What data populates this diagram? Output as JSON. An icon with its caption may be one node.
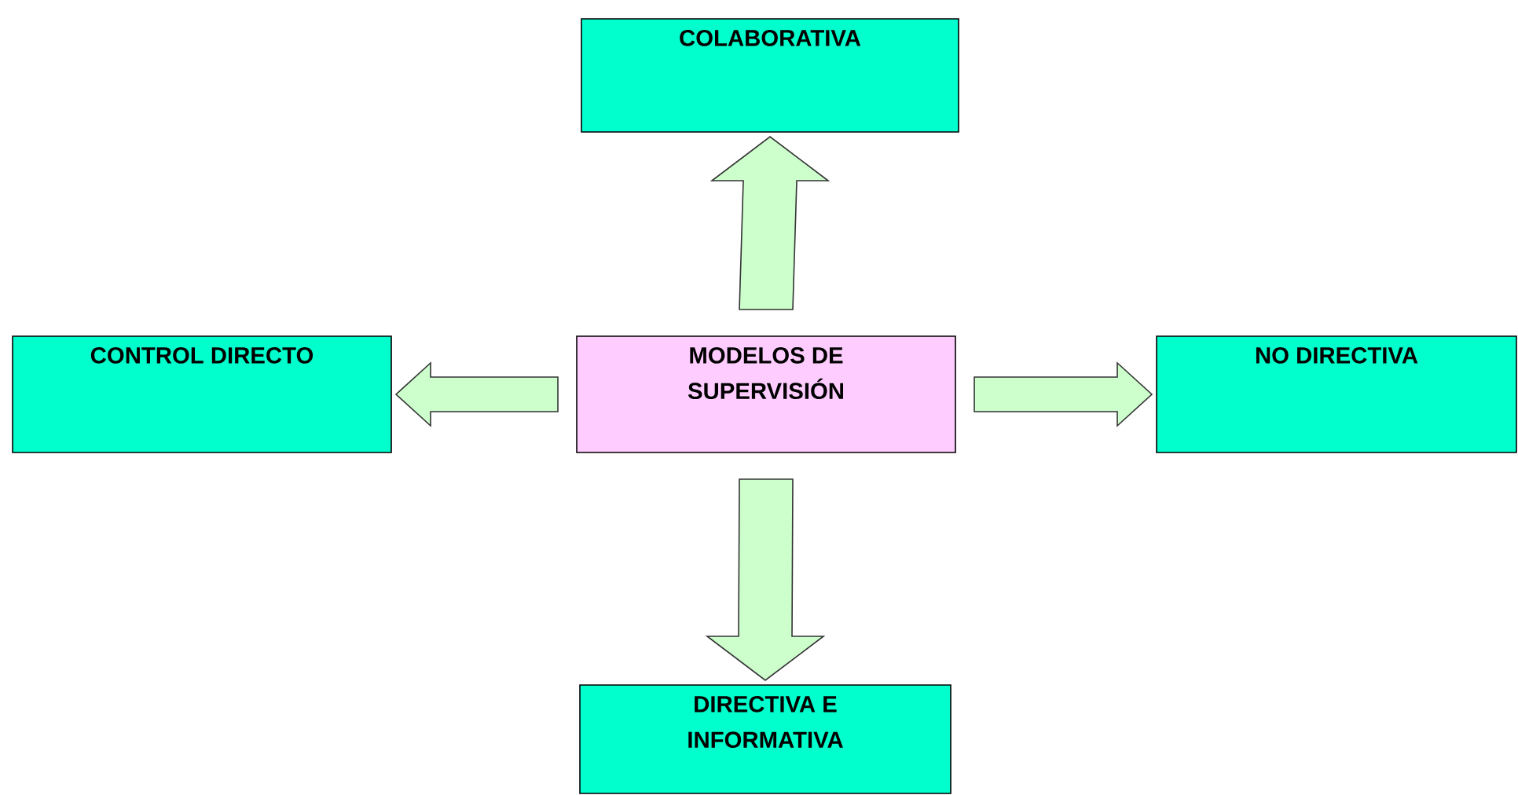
{
  "diagram": {
    "nodes": [
      {
        "text": [
          "COLABORATIVA"
        ]
      },
      {
        "text": [
          "CONTROL DIRECTO"
        ]
      },
      {
        "text": [
          "MODELOS DE SUPERVISIÓN"
        ]
      },
      {
        "text": [
          "NO DIRECTIVA"
        ]
      },
      {
        "text": [
          "DIRECTIVA E INFORMATIVA"
        ]
      }
    ],
    "edges": [
      {
        "from": 2,
        "to": 0,
        "arrow": "to"
      },
      {
        "from": 2,
        "to": 1,
        "arrow": "to"
      },
      {
        "from": 2,
        "to": 3,
        "arrow": "to"
      },
      {
        "from": 2,
        "to": 4,
        "arrow": "to"
      }
    ]
  }
}
